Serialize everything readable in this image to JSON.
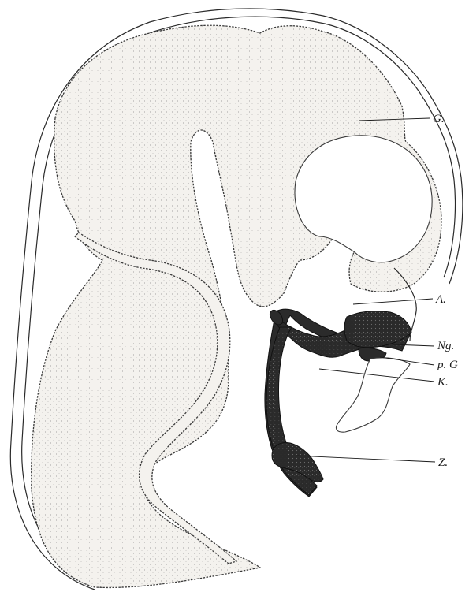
{
  "figure": {
    "labels": {
      "G": "G.",
      "A": "A.",
      "Ng": "Ng.",
      "pG": "p. G",
      "K": "K.",
      "Z": "Z."
    }
  }
}
